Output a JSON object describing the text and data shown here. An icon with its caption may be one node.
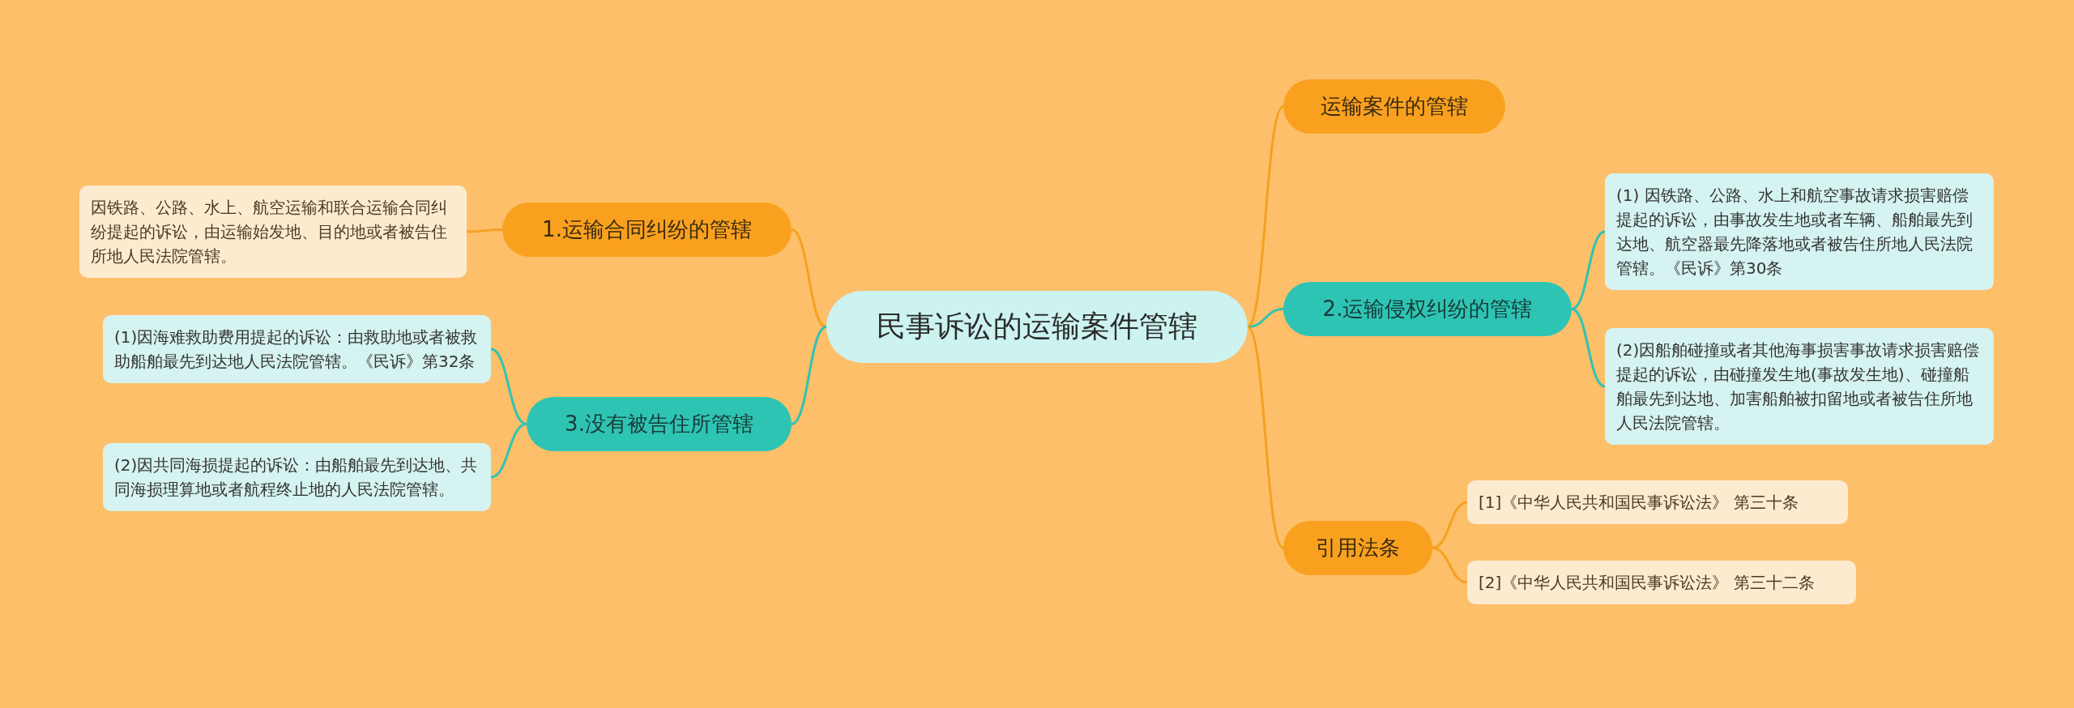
{
  "diagram": {
    "nodes": [
      {
        "text": [
          "民事诉讼的运输案件管辖"
        ]
      },
      {
        "text": [
          "运输案件的管辖"
        ]
      },
      {
        "text": [
          "1.运输合同纠纷的管辖"
        ]
      },
      {
        "text": [
          "因铁路、公路、水上、航空运输和联合运输合同纠纷提起的诉讼，由运输始发地、目的地或者被告住所地人民法院管辖。"
        ]
      },
      {
        "text": [
          "2.运输侵权纠纷的管辖"
        ]
      },
      {
        "text": [
          "(1) 因铁路、公路、水上和航空事故请求损害赔偿提起的诉讼，由事故发生地或者车辆、船舶最先到达地、航空器最先降落地或者被告住所地人民法院管辖。《民诉》第30条"
        ]
      },
      {
        "text": [
          "(2)因船舶碰撞或者其他海事损害事故请求损害赔偿提起的诉讼，由碰撞发生地(事故发生地)、碰撞船舶最先到达地、加害船舶被扣留地或者被告住所地人民法院管辖。"
        ]
      },
      {
        "text": [
          "3.没有被告住所管辖"
        ]
      },
      {
        "text": [
          "(1)因海难救助费用提起的诉讼：由救助地或者被救助船舶最先到达地人民法院管辖。《民诉》第32条"
        ]
      },
      {
        "text": [
          "(2)因共同海损提起的诉讼：由船舶最先到达地、共同海损理算地或者航程终止地的人民法院管辖。"
        ]
      },
      {
        "text": [
          "引用法条"
        ]
      },
      {
        "text": [
          "[1]《中华人民共和国民事诉讼法》 第三十条"
        ]
      },
      {
        "text": [
          "[2]《中华人民共和国民事诉讼法》 第三十二条"
        ]
      }
    ],
    "edges": [
      {
        "from": 0,
        "to": 1,
        "arrow": "none"
      },
      {
        "from": 0,
        "to": 2,
        "arrow": "none"
      },
      {
        "from": 2,
        "to": 3,
        "arrow": "none"
      },
      {
        "from": 0,
        "to": 4,
        "arrow": "none",
        "color": "#2ec4b4"
      },
      {
        "from": 4,
        "to": 5,
        "arrow": "none",
        "color": "#2ec4b4"
      },
      {
        "from": 4,
        "to": 6,
        "arrow": "none",
        "color": "#2ec4b4"
      },
      {
        "from": 0,
        "to": 7,
        "arrow": "none",
        "color": "#2ec4b4"
      },
      {
        "from": 7,
        "to": 8,
        "arrow": "none",
        "color": "#2ec4b4"
      },
      {
        "from": 7,
        "to": 9,
        "arrow": "none",
        "color": "#2ec4b4"
      },
      {
        "from": 0,
        "to": 10,
        "arrow": "none"
      },
      {
        "from": 10,
        "to": 11,
        "arrow": "none"
      },
      {
        "from": 10,
        "to": 12,
        "arrow": "none"
      }
    ]
  }
}
